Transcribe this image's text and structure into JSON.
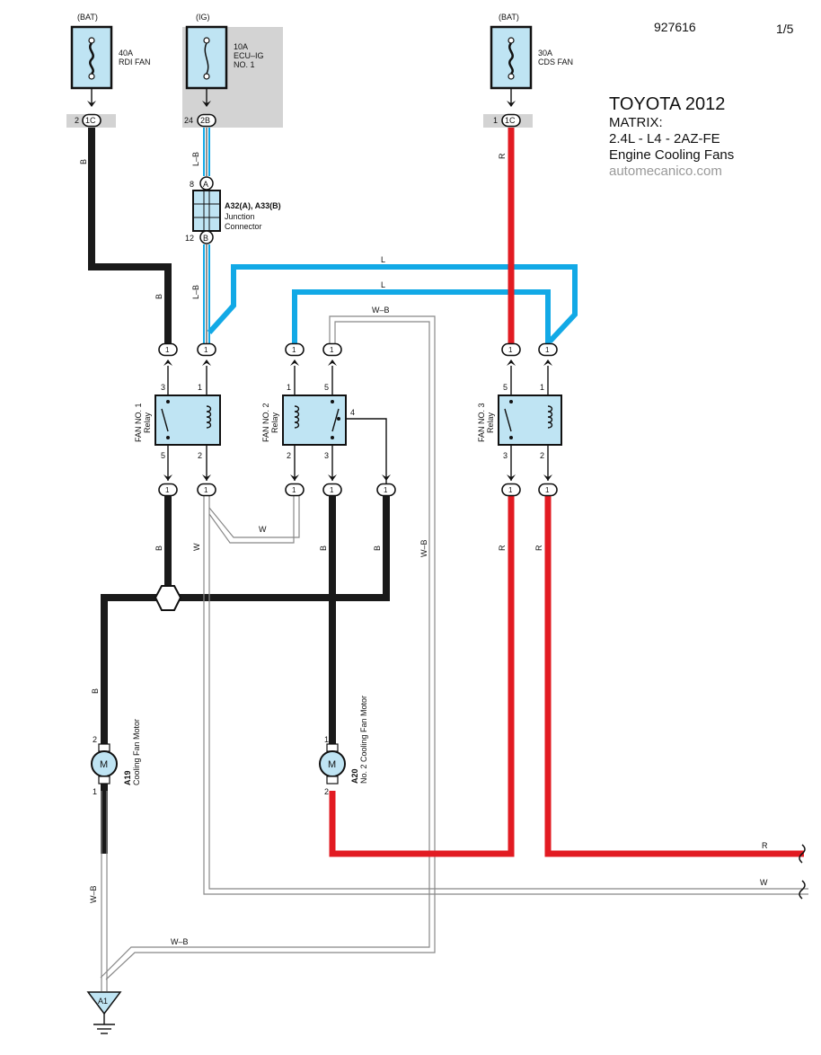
{
  "header": {
    "doc_id": "927616",
    "page": "1/5",
    "vehicle": "TOYOTA 2012",
    "model": "MATRIX:",
    "engine": "2.4L - L4 - 2AZ-FE",
    "system": "Engine Cooling Fans",
    "site": "automecanico.com"
  },
  "colors": {
    "black_wire": "#1a1a1a",
    "blue_wire": "#12a9e6",
    "red_wire": "#e21b22",
    "relay_fill": "#bfe4f3",
    "fuse_fill": "#bfe4f3",
    "ig_panel": "#d3d3d3"
  },
  "fuses": {
    "rdi": {
      "source": "(BAT)",
      "rating": "40A",
      "name": "RDI FAN",
      "pin": "2",
      "conn": "1C"
    },
    "ecu": {
      "source": "(IG)",
      "rating": "10A",
      "name1": "ECU–IG",
      "name2": "NO. 1",
      "pin": "24",
      "conn": "2B"
    },
    "cds": {
      "source": "(BAT)",
      "rating": "30A",
      "name": "CDS FAN",
      "pin": "1",
      "conn": "1C"
    }
  },
  "junction": {
    "name": "A32(A), A33(B)",
    "desc1": "Junction",
    "desc2": "Connector",
    "pin_a": "8",
    "conn_a": "A",
    "pin_b": "12",
    "conn_b": "B"
  },
  "relays": {
    "r1": {
      "name": "FAN NO. 1",
      "type": "Relay",
      "pin_tl": "3",
      "pin_tr": "1",
      "pin_bl": "5",
      "pin_br": "2"
    },
    "r2": {
      "name": "FAN NO. 2",
      "type": "Relay",
      "pin_tl": "1",
      "pin_tr": "5",
      "pin_bl": "2",
      "pin_br": "3",
      "pin_side": "4"
    },
    "r3": {
      "name": "FAN NO. 3",
      "type": "Relay",
      "pin_tl": "5",
      "pin_tr": "1",
      "pin_bl": "3",
      "pin_br": "2"
    }
  },
  "connector_label": "1",
  "motors": {
    "a19": {
      "code": "A19",
      "name": "Cooling Fan Motor",
      "symbol": "M",
      "pin_top": "2",
      "pin_bottom": "1"
    },
    "a20": {
      "code": "A20",
      "name": "No. 2 Cooling Fan Motor",
      "symbol": "M",
      "pin_top": "1",
      "pin_bottom": "2"
    }
  },
  "ground": {
    "code": "A1"
  },
  "wire_labels": {
    "B": "B",
    "LB": "L–B",
    "L": "L",
    "WB": "W–B",
    "W": "W",
    "R": "R"
  }
}
